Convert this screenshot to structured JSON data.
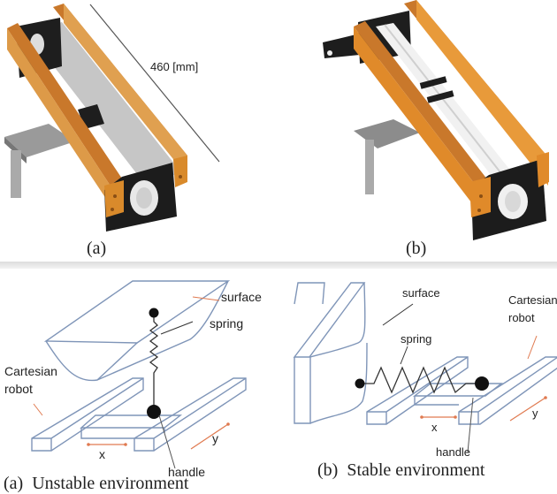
{
  "figure": {
    "top_left": {
      "caption": "(a)",
      "dimension_label": "460 [mm]",
      "description": "Photo of device with orange rails, black end plates, grey slider (unstable version)"
    },
    "top_right": {
      "caption": "(b)",
      "description": "Photo of device with orange rails, black end plates, white rods and spring (stable version)"
    },
    "bottom_left": {
      "caption": "(a)  Unstable environment",
      "labels": {
        "surface": "surface",
        "spring": "spring",
        "robot": "Cartesian\nrobot",
        "robot_line1": "Cartesian",
        "robot_line2": "robot",
        "handle": "handle",
        "x_axis": "x",
        "y_axis": "y"
      }
    },
    "bottom_right": {
      "caption": "(b)  Stable environment",
      "labels": {
        "surface": "surface",
        "spring": "spring",
        "robot_line1": "Cartesian",
        "robot_line2": "robot",
        "handle": "handle",
        "x_axis": "x",
        "y_axis": "y"
      }
    }
  },
  "colors": {
    "rail_orange": "#d98a2b",
    "plate_black": "#1d1d1d",
    "line_blue": "#7f95b8",
    "arrow_orange": "#e07a50"
  }
}
